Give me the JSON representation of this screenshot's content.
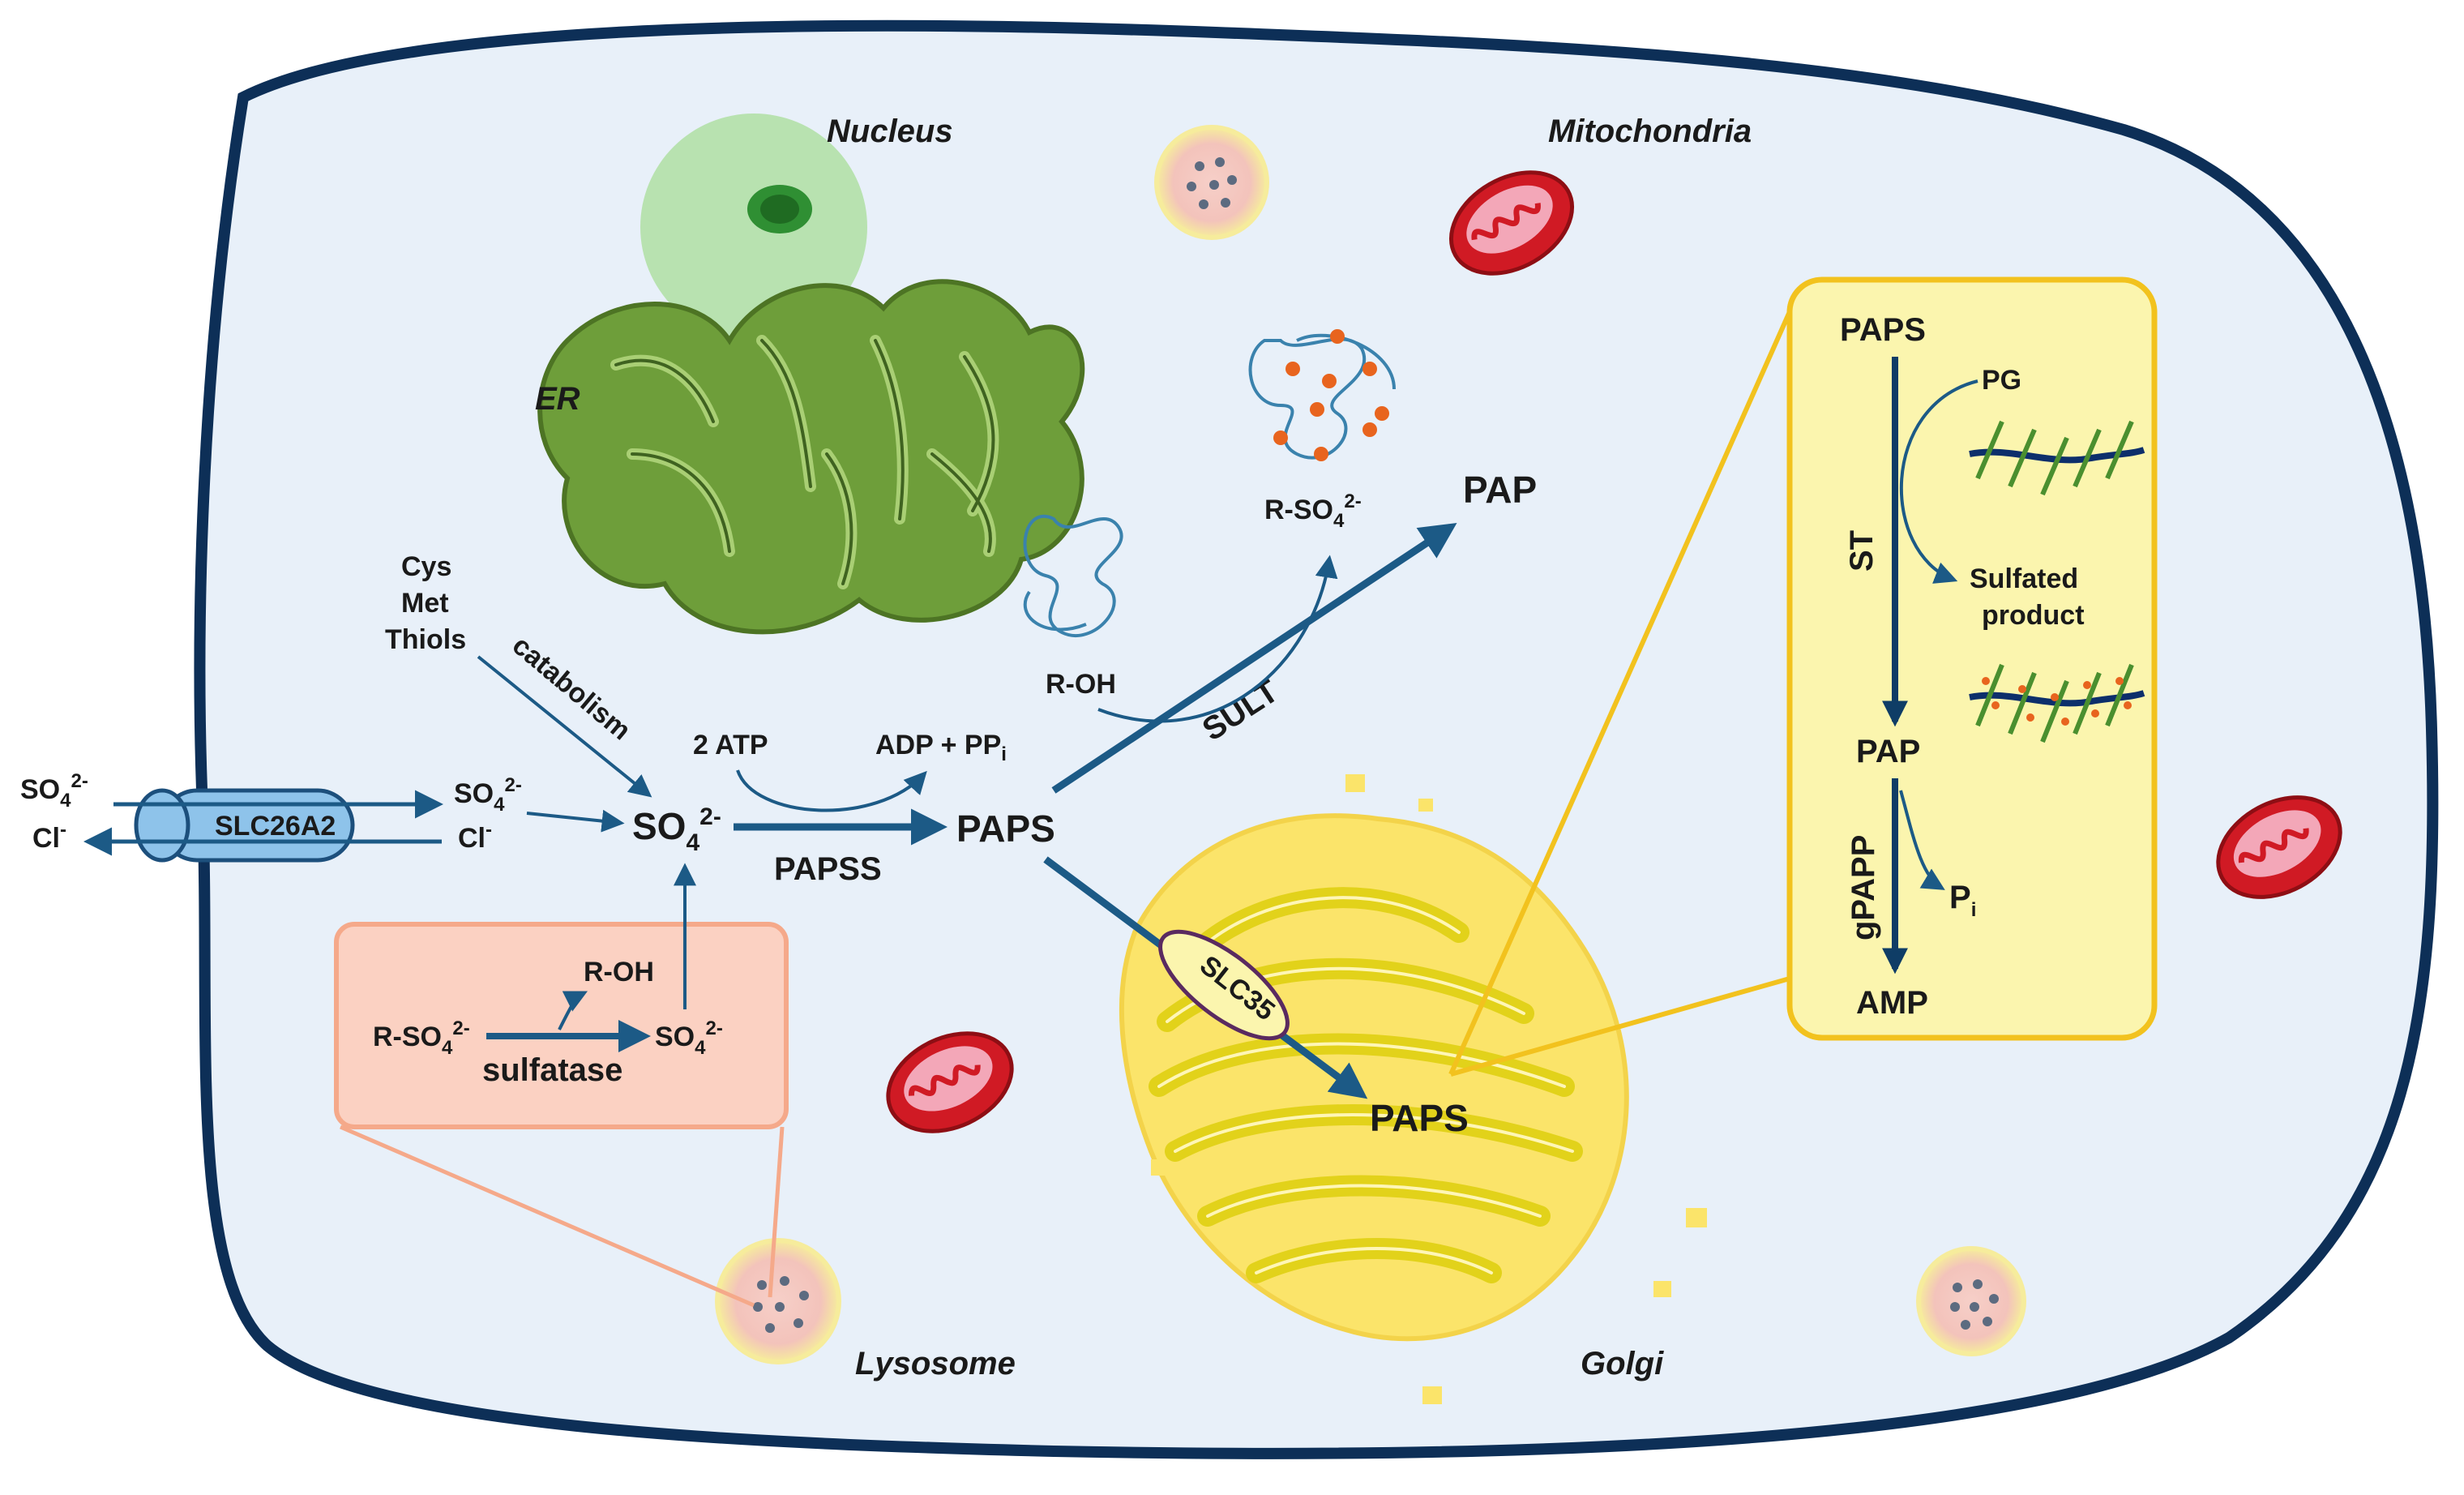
{
  "colors": {
    "cell_fill": "#e8f0f9",
    "cell_border": "#0d2f57",
    "arrow": "#1c5a86",
    "arrow_dark": "#0f3d66",
    "inset_fill": "#fbf5ae",
    "inset_border": "#f2c21e",
    "lysosome_box_fill": "#fbd1c2",
    "lysosome_box_border": "#f5a98a",
    "transporter_fill": "#8ec3ea",
    "golgi_fill": "#f0e020",
    "er_fill": "#6e9e3a",
    "mito_fill": "#d01a24",
    "nucleus_fill": "#b8e2b0"
  },
  "organelles": {
    "nucleus": "Nucleus",
    "er": "ER",
    "mitochondria": "Mitochondria",
    "lysosome": "Lysosome",
    "golgi": "Golgi"
  },
  "transport": {
    "slc26a2": "SLC26A2",
    "slc35": "SLC35",
    "so4_out": "SO",
    "so4_out_sub": "4",
    "so4_out_sup": "2-",
    "cl_out": "Cl",
    "cl_out_sup": "-",
    "so4_in": "SO",
    "so4_in_sub": "4",
    "so4_in_sup": "2-",
    "cl_in": "Cl",
    "cl_in_sup": "-"
  },
  "catabolism": {
    "cys": "Cys",
    "met": "Met",
    "thiols": "Thiols",
    "label": "catabolism"
  },
  "main": {
    "so4": "SO",
    "so4_sub": "4",
    "so4_sup": "2-",
    "atp": "2 ATP",
    "adp": "ADP + PP",
    "adp_sub": "i",
    "papss": "PAPSS",
    "paps": "PAPS",
    "sult": "SULT",
    "pap": "PAP",
    "r_oh": "R-OH",
    "r_so4": "R-SO",
    "r_so4_sub": "4",
    "r_so4_sup": "2-",
    "golgi_paps": "PAPS"
  },
  "lysosome_box": {
    "r_oh": "R-OH",
    "r_so4": "R-SO",
    "r_so4_sub": "4",
    "r_so4_sup": "2-",
    "so4": "SO",
    "so4_sub": "4",
    "so4_sup": "2-",
    "enzyme": "sulfatase"
  },
  "inset": {
    "paps": "PAPS",
    "pg": "PG",
    "st": "ST",
    "sulfated_line1": "Sulfated",
    "sulfated_line2": "product",
    "pap": "PAP",
    "gpapp": "gPAPP",
    "pi": "P",
    "pi_sub": "i",
    "amp": "AMP"
  }
}
